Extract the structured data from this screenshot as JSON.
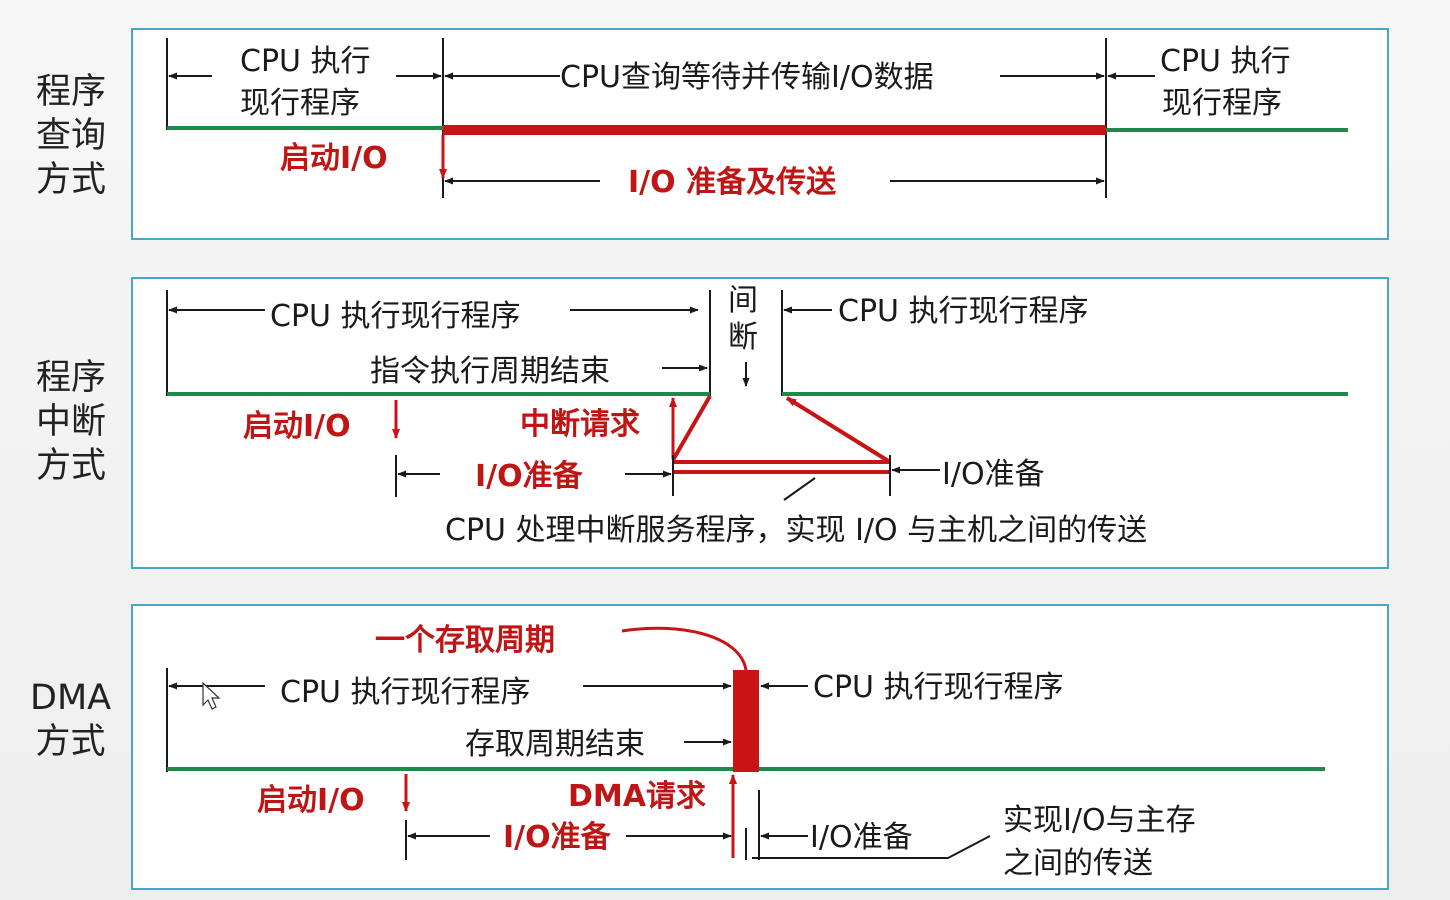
{
  "colors": {
    "green_line": "#1e8a4a",
    "red": "#c81414",
    "panel_border": "#4aa6c8",
    "black": "#1a1a1a"
  },
  "polling": {
    "side_label": "程序\n查询\n方式",
    "cpu_exec_1a": "CPU 执行",
    "cpu_exec_1b": "现行程序",
    "cpu_query": "CPU查询等待并传输I/O数据",
    "cpu_exec_2a": "CPU  执行",
    "cpu_exec_2b": "现行程序",
    "start_io": "启动I/O",
    "io_prep_transfer": "I/O 准备及传送"
  },
  "interrupt": {
    "side_label": "程序\n中断\n方式",
    "cpu_exec_1": "CPU  执行现行程序",
    "instr_cycle_end": "指令执行周期结束",
    "gap_1": "间",
    "gap_2": "断",
    "cpu_exec_2": "CPU  执行现行程序",
    "start_io": "启动I/O",
    "int_request": "中断请求",
    "io_prep_red": "I/O准备",
    "io_prep_black": "I/O准备",
    "cpu_service": "CPU 处理中断服务程序，实现 I/O 与主机之间的传送"
  },
  "dma": {
    "side_label": "DMA\n方式",
    "one_cycle": "一个存取周期",
    "cpu_exec_1": "CPU  执行现行程序",
    "cycle_end": "存取周期结束",
    "cpu_exec_2": "CPU  执行现行程序",
    "start_io": "启动I/O",
    "dma_request": "DMA请求",
    "io_prep_red": "I/O准备",
    "io_prep_black": "I/O准备",
    "transfer_1": "实现I/O与主存",
    "transfer_2": "之间的传送"
  }
}
